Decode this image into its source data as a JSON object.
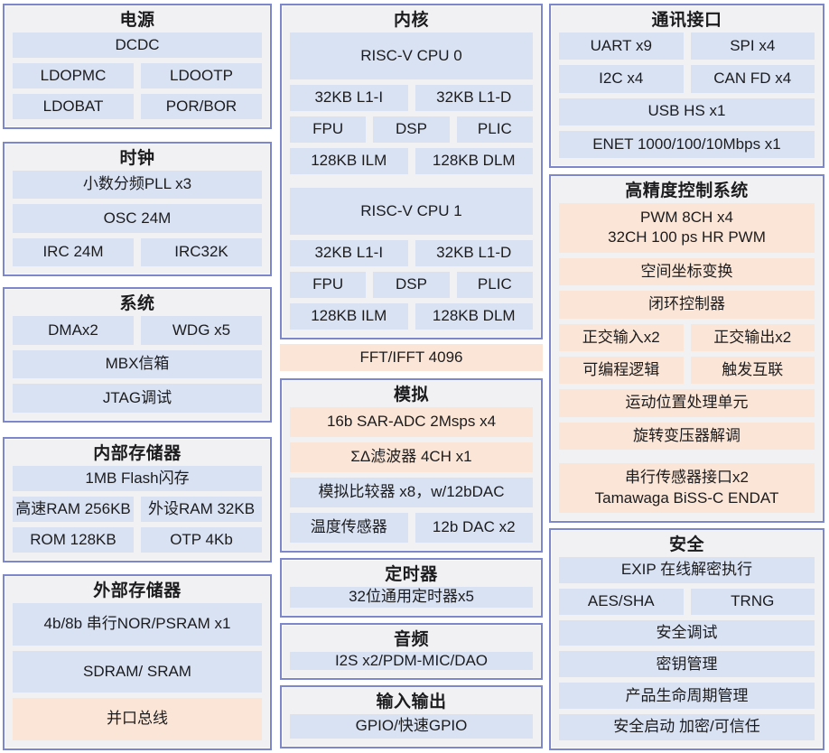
{
  "colors": {
    "cell_blue": "#d9e2f3",
    "cell_orange": "#fbe5d6",
    "panel_bg": "#f1f1f3",
    "border": "#7d87cc",
    "text": "#1c1c1e"
  },
  "diagram": {
    "boxes": {
      "power": {
        "title": "电源",
        "rows": [
          {
            "cells": [
              {
                "t": "DCDC"
              }
            ]
          },
          {
            "cells": [
              {
                "t": "LDOPMC"
              },
              {
                "t": "LDOOTP"
              }
            ]
          },
          {
            "cells": [
              {
                "t": "LDOBAT"
              },
              {
                "t": "POR/BOR"
              }
            ]
          }
        ]
      },
      "clock": {
        "title": "时钟",
        "rows": [
          {
            "cells": [
              {
                "t": "小数分频PLL x3"
              }
            ]
          },
          {
            "cells": [
              {
                "t": "OSC 24M"
              }
            ]
          },
          {
            "cells": [
              {
                "t": "IRC 24M"
              },
              {
                "t": "IRC32K"
              }
            ]
          }
        ]
      },
      "system": {
        "title": "系统",
        "rows": [
          {
            "cells": [
              {
                "t": "DMAx2"
              },
              {
                "t": "WDG x5"
              }
            ]
          },
          {
            "cells": [
              {
                "t": "MBX信箱"
              }
            ]
          },
          {
            "cells": [
              {
                "t": "JTAG调试"
              }
            ]
          }
        ]
      },
      "int_mem": {
        "title": "内部存储器",
        "rows": [
          {
            "cells": [
              {
                "t": "1MB Flash闪存"
              }
            ]
          },
          {
            "cells": [
              {
                "t": "高速RAM 256KB"
              },
              {
                "t": "外设RAM 32KB"
              }
            ]
          },
          {
            "cells": [
              {
                "t": "ROM 128KB"
              },
              {
                "t": "OTP 4Kb"
              }
            ]
          }
        ]
      },
      "ext_mem": {
        "title": "外部存储器",
        "rows": [
          {
            "cells": [
              {
                "t": "4b/8b 串行NOR/PSRAM x1"
              }
            ]
          },
          {
            "cells": [
              {
                "t": "SDRAM/ SRAM"
              }
            ]
          },
          {
            "cells": [
              {
                "t": "并口总线",
                "tone": "orange"
              }
            ]
          }
        ]
      },
      "core": {
        "title": "内核",
        "rows": [
          {
            "tall": true,
            "cells": [
              {
                "t": "RISC-V CPU 0"
              }
            ]
          },
          {
            "cells": [
              {
                "t": "32KB L1-I"
              },
              {
                "t": "32KB L1-D"
              }
            ]
          },
          {
            "cells": [
              {
                "t": "FPU"
              },
              {
                "t": "DSP"
              },
              {
                "t": "PLIC"
              }
            ]
          },
          {
            "cells": [
              {
                "t": "128KB ILM"
              },
              {
                "t": "128KB DLM"
              }
            ]
          },
          {
            "tall": true,
            "gapBefore": true,
            "cells": [
              {
                "t": "RISC-V CPU 1"
              }
            ]
          },
          {
            "cells": [
              {
                "t": "32KB L1-I"
              },
              {
                "t": "32KB L1-D"
              }
            ]
          },
          {
            "cells": [
              {
                "t": "FPU"
              },
              {
                "t": "DSP"
              },
              {
                "t": "PLIC"
              }
            ]
          },
          {
            "cells": [
              {
                "t": "128KB ILM"
              },
              {
                "t": "128KB DLM"
              }
            ]
          }
        ]
      },
      "fft": {
        "title": "FFT/IFFT 4096"
      },
      "analog": {
        "title": "模拟",
        "rows": [
          {
            "cells": [
              {
                "t": "16b SAR-ADC 2Msps x4",
                "tone": "orange"
              }
            ]
          },
          {
            "cells": [
              {
                "t": "ΣΔ滤波器 4CH x1",
                "tone": "orange"
              }
            ]
          },
          {
            "cells": [
              {
                "t": "模拟比较器 x8，w/12bDAC"
              }
            ]
          },
          {
            "cells": [
              {
                "t": "温度传感器"
              },
              {
                "t": "12b DAC x2"
              }
            ]
          }
        ]
      },
      "timer": {
        "title": "定时器",
        "rows": [
          {
            "cells": [
              {
                "t": "32位通用定时器x5"
              }
            ]
          }
        ]
      },
      "audio": {
        "title": "音频",
        "rows": [
          {
            "cells": [
              {
                "t": "I2S x2/PDM-MIC/DAO"
              }
            ]
          }
        ]
      },
      "io": {
        "title": "输入输出",
        "rows": [
          {
            "cells": [
              {
                "t": "GPIO/快速GPIO"
              }
            ]
          }
        ]
      },
      "comm": {
        "title": "通讯接口",
        "rows": [
          {
            "cells": [
              {
                "t": "UART x9"
              },
              {
                "t": "SPI x4"
              }
            ]
          },
          {
            "cells": [
              {
                "t": "I2C x4"
              },
              {
                "t": "CAN FD x4"
              }
            ]
          },
          {
            "cells": [
              {
                "t": "USB HS x1"
              }
            ]
          },
          {
            "cells": [
              {
                "t": "ENET 1000/100/10Mbps x1"
              }
            ]
          }
        ]
      },
      "hpc": {
        "title": "高精度控制系统",
        "rows": [
          {
            "tall": true,
            "cells": [
              {
                "tone": "orange",
                "lines": [
                  "PWM 8CH x4",
                  "32CH 100 ps HR PWM"
                ]
              }
            ]
          },
          {
            "cells": [
              {
                "t": "空间坐标变换",
                "tone": "orange"
              }
            ]
          },
          {
            "cells": [
              {
                "t": "闭环控制器",
                "tone": "orange"
              }
            ]
          },
          {
            "cells": [
              {
                "t": "正交输入x2",
                "tone": "orange"
              },
              {
                "t": "正交输出x2",
                "tone": "orange"
              }
            ]
          },
          {
            "cells": [
              {
                "t": "可编程逻辑",
                "tone": "orange"
              },
              {
                "t": "触发互联",
                "tone": "orange"
              }
            ]
          },
          {
            "cells": [
              {
                "t": "运动位置处理单元",
                "tone": "orange"
              }
            ]
          },
          {
            "cells": [
              {
                "t": "旋转变压器解调",
                "tone": "orange"
              }
            ]
          },
          {
            "tall": true,
            "gapBefore": true,
            "cells": [
              {
                "tone": "orange",
                "lines": [
                  "串行传感器接口x2",
                  "Tamawaga BiSS-C ENDAT"
                ]
              }
            ]
          }
        ]
      },
      "security": {
        "title": "安全",
        "rows": [
          {
            "cells": [
              {
                "t": "EXIP 在线解密执行"
              }
            ]
          },
          {
            "cells": [
              {
                "t": "AES/SHA"
              },
              {
                "t": "TRNG"
              }
            ]
          },
          {
            "cells": [
              {
                "t": "安全调试"
              }
            ]
          },
          {
            "cells": [
              {
                "t": "密钥管理"
              }
            ]
          },
          {
            "cells": [
              {
                "t": "产品生命周期管理"
              }
            ]
          },
          {
            "cells": [
              {
                "t": "安全启动 加密/可信任"
              }
            ]
          }
        ]
      }
    }
  }
}
